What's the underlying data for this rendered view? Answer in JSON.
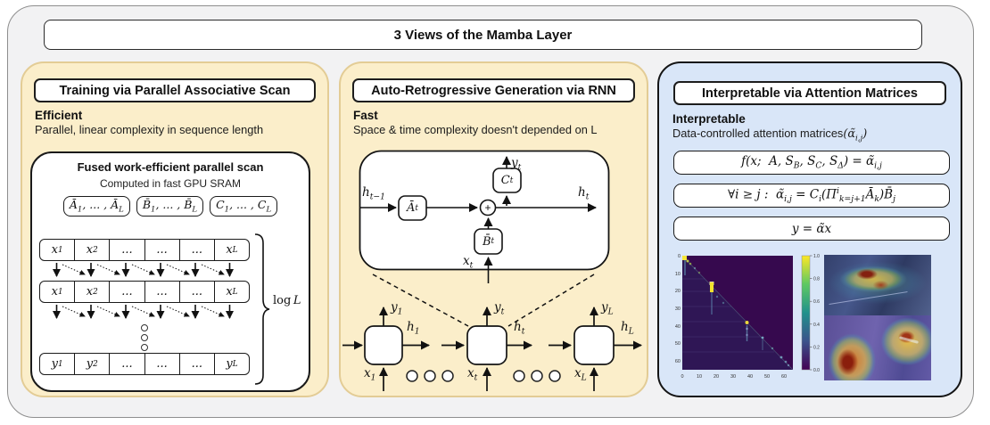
{
  "title": "3 Views of the Mamba Layer",
  "panels": {
    "training": {
      "header": "Training via Parallel Associative Scan",
      "keyword": "Efficient",
      "description": "Parallel, linear complexity in sequence length",
      "scan": {
        "title": "Fused work-efficient parallel scan",
        "subtitle": "Computed in fast GPU SRAM",
        "seq_a": "Ā<sub>1</sub>, ... , Ā<sub>L</sub>",
        "seq_b": "B̄<sub>1</sub>, ... , B̄<sub>L</sub>",
        "seq_c": "C<sub>1</sub>, ... , C<sub>L</sub>",
        "row_x1": [
          "x<sub>1</sub>",
          "x<sub>2</sub>",
          "...",
          "...",
          "...",
          "x<sub>L</sub>"
        ],
        "row_x2": [
          "x<sub>1</sub>",
          "x<sub>2</sub>",
          "...",
          "...",
          "...",
          "x<sub>L</sub>"
        ],
        "row_y": [
          "y<sub>1</sub>",
          "y<sub>2</sub>",
          "...",
          "...",
          "...",
          "y<sub>L</sub>"
        ],
        "brace_label": "<span class=\"rm\">log</span>&thinsp;L"
      }
    },
    "generation": {
      "header": "Auto-Retrogressive Generation via RNN",
      "keyword": "Fast",
      "description": "Space & time complexity doesn't depended on L",
      "detail": {
        "h_prev": "h<sub>t−1</sub>",
        "a": "Ā<sub>t</sub>",
        "plus": "+",
        "c": "C<sub>t</sub>",
        "y": "y<sub>t</sub>",
        "h": "h<sub>t</sub>",
        "b": "B̄<sub>t</sub>",
        "x": "x<sub>t</sub>"
      },
      "chain": {
        "y1": "y<sub>1</sub>",
        "h1": "h<sub>1</sub>",
        "x1": "x<sub>1</sub>",
        "yt": "y<sub>t</sub>",
        "ht": "h<sub>t</sub>",
        "xt": "x<sub>t</sub>",
        "yL": "y<sub>L</sub>",
        "hL": "h<sub>L</sub>",
        "xL": "x<sub>L</sub>"
      }
    },
    "interpretable": {
      "header": "Interpretable via Attention Matrices",
      "keyword": "Interpretable",
      "description": "Data-controlled attention matrices",
      "description_math": "(α̃<sub>i,j</sub>)",
      "eq1": "f(x;&nbsp; A, S<sub>B</sub>, S<sub>C</sub>, S<sub>Δ</sub>) = α̃<sub>i,j</sub>",
      "eq2": "∀i ≥ j :&nbsp; α̃<sub>i,j</sub> = C<sub>i</sub>(Π<sup>i</sup><sub>k=j+1</sub>Ā<sub>k</sub>)B̄<sub>j</sub>",
      "eq3": "y = α̃x",
      "heatmap": {
        "x_ticks": [
          "0",
          "10",
          "20",
          "30",
          "40",
          "50",
          "60"
        ],
        "y_ticks": [
          "0",
          "10",
          "20",
          "30",
          "40",
          "50",
          "60"
        ],
        "colorbar_ticks": [
          "1.0",
          "0.8",
          "0.6",
          "0.4",
          "0.2",
          "0.0"
        ]
      }
    }
  }
}
